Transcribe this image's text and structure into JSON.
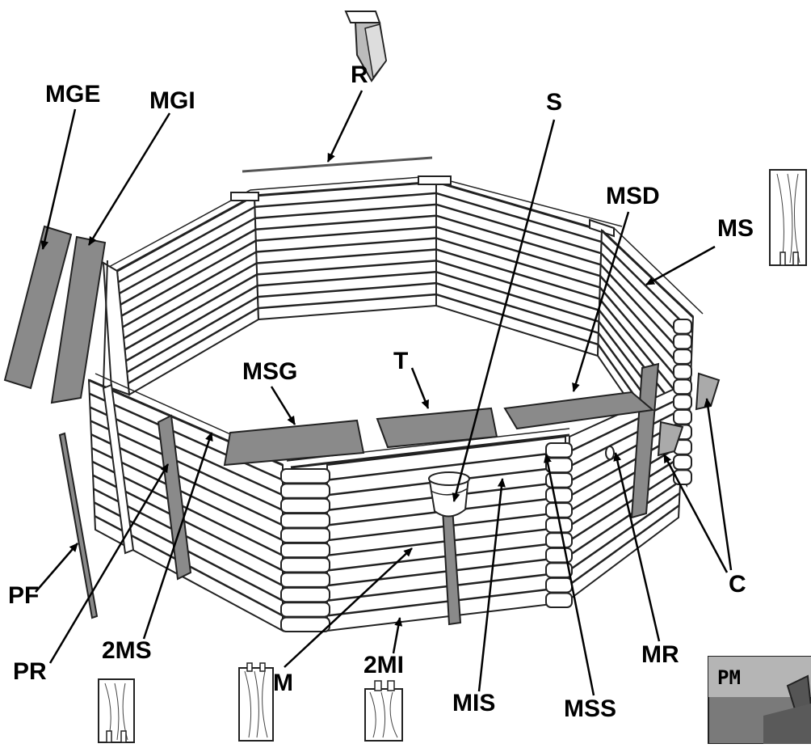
{
  "labels": {
    "R": "R",
    "S": "S",
    "MGE": "MGE",
    "MGI": "MGI",
    "MSD": "MSD",
    "MS": "MS",
    "MSG": "MSG",
    "T": "T",
    "C": "C",
    "PF": "PF",
    "PR": "PR",
    "MS2": "2MS",
    "M": "M",
    "MI2": "2MI",
    "MIS": "MIS",
    "MSS": "MSS",
    "MR": "MR",
    "PM": "PM"
  },
  "colors": {
    "outline": "#1a1a1a",
    "plank_fill": "#ffffff",
    "dark_part": "#8a8a8a",
    "inset_bg": "#7a7a7a"
  }
}
